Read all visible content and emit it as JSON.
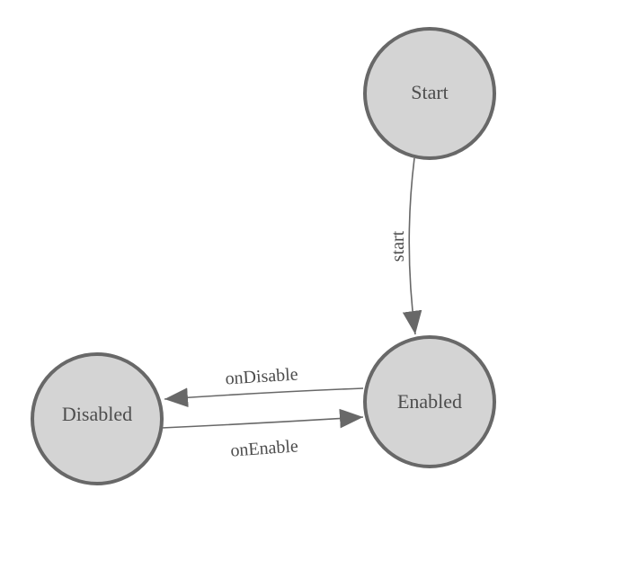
{
  "diagram": {
    "type": "state-machine",
    "background": "#ffffff",
    "colors": {
      "node_fill": "#d4d4d4",
      "node_border": "#686868",
      "edge_line": "#686868",
      "arrowhead": "#686868",
      "label_text": "#4d4d4d"
    },
    "nodes": [
      {
        "id": "start",
        "label": "Start"
      },
      {
        "id": "enabled",
        "label": "Enabled"
      },
      {
        "id": "disabled",
        "label": "Disabled"
      }
    ],
    "edges": [
      {
        "from": "start",
        "to": "enabled",
        "label": "start"
      },
      {
        "from": "enabled",
        "to": "disabled",
        "label": "onDisable"
      },
      {
        "from": "disabled",
        "to": "enabled",
        "label": "onEnable"
      }
    ]
  }
}
